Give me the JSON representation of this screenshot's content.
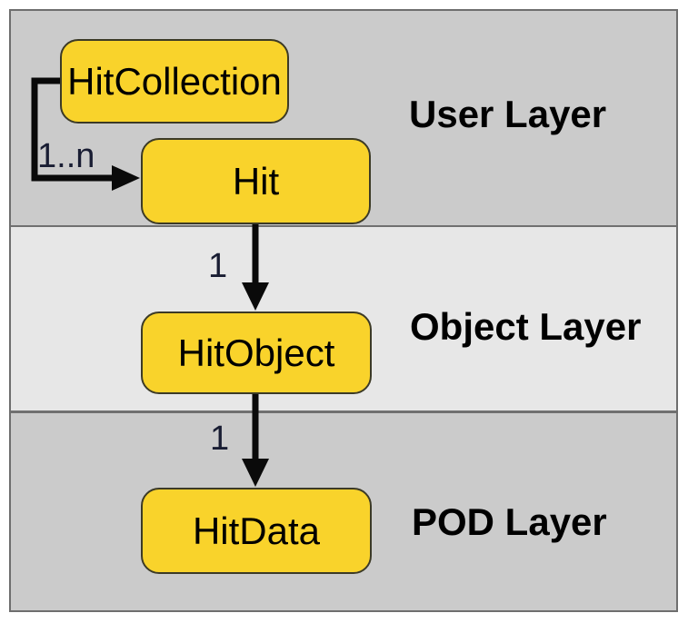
{
  "diagram": {
    "layers": [
      {
        "label": "User Layer"
      },
      {
        "label": "Object Layer"
      },
      {
        "label": "POD Layer"
      }
    ],
    "nodes": [
      {
        "id": "hitcollection",
        "label": "HitCollection",
        "layer": "User Layer"
      },
      {
        "id": "hit",
        "label": "Hit",
        "layer": "User Layer"
      },
      {
        "id": "hitobject",
        "label": "HitObject",
        "layer": "Object Layer"
      },
      {
        "id": "hitdata",
        "label": "HitData",
        "layer": "POD Layer"
      }
    ],
    "edges": [
      {
        "from": "HitCollection",
        "to": "Hit",
        "label": "1..n"
      },
      {
        "from": "Hit",
        "to": "HitObject",
        "label": "1"
      },
      {
        "from": "HitObject",
        "to": "HitData",
        "label": "1"
      }
    ],
    "colors": {
      "node_fill": "#f9d32b",
      "node_border": "#3c3a26",
      "band_dark_gray": "#cbcbcb",
      "band_light_gray": "#e7e7e7",
      "panel_border": "#6e6e6e",
      "arrow": "#0a0a0a",
      "multiplicity_text": "#191d33",
      "label_text": "#000000"
    }
  }
}
